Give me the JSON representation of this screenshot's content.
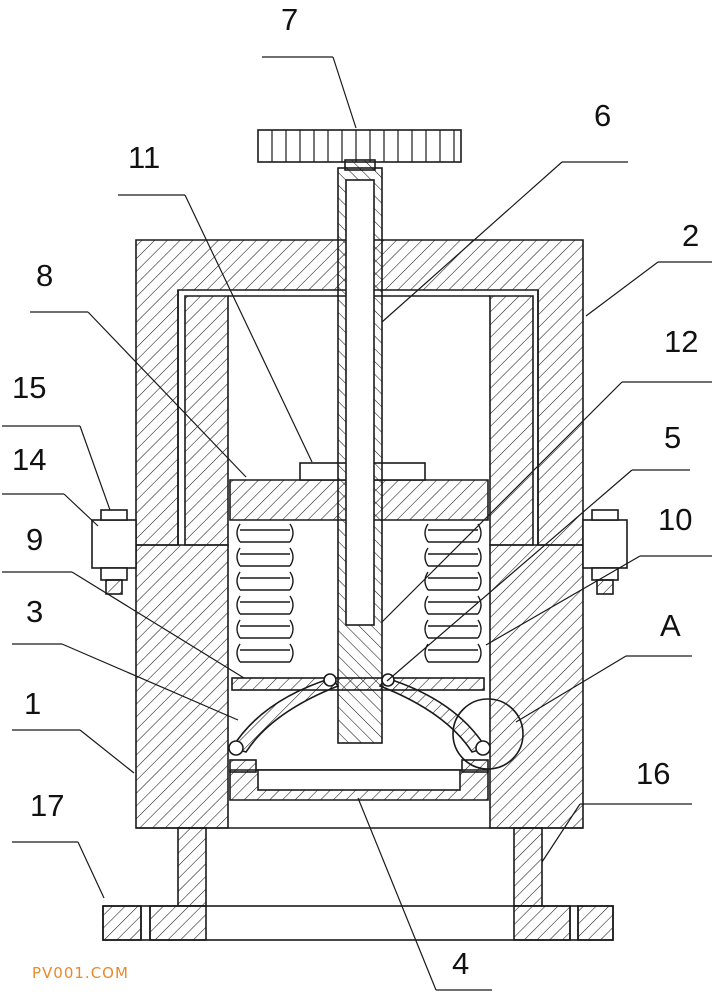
{
  "labels": {
    "l1": "1",
    "l2": "2",
    "l3": "3",
    "l4": "4",
    "l5": "5",
    "l6": "6",
    "l7": "7",
    "l8": "8",
    "l9": "9",
    "l10": "10",
    "l11": "11",
    "l12": "12",
    "l14": "14",
    "l15": "15",
    "l16": "16",
    "l17": "17",
    "lA": "A"
  },
  "watermark": "PV001.COM",
  "colors": {
    "line": "#1a1a1a",
    "watermark": "#e8892b"
  }
}
